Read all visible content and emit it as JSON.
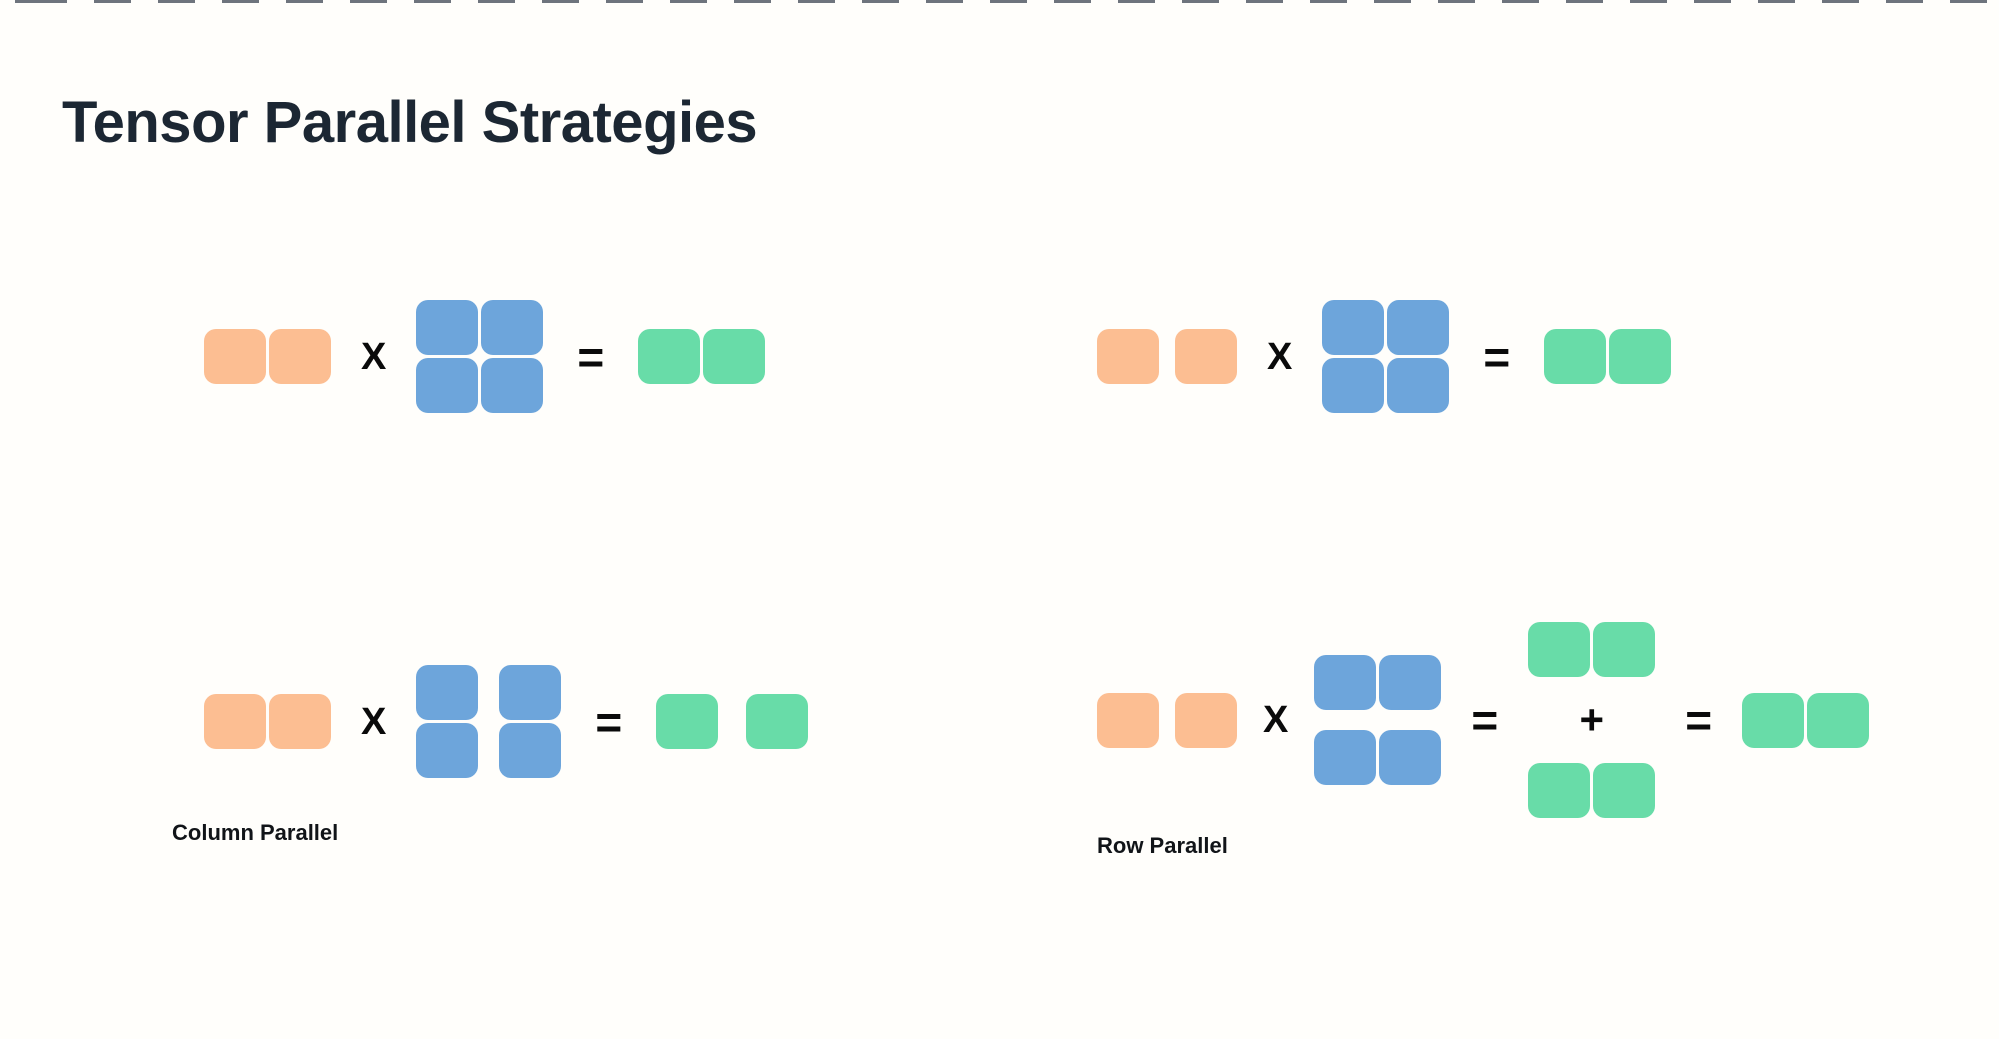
{
  "page": {
    "title": "Tensor Parallel Strategies",
    "background": "#FFFEFB",
    "top_dash_color": "#6E747D"
  },
  "colors": {
    "input_orange": "#FCBE92",
    "weight_blue": "#6DA5DB",
    "output_green": "#68DCA8",
    "text_dark": "#1C2733",
    "operator_black": "#0A0A0A"
  },
  "operators": {
    "multiply": "X",
    "equals": "=",
    "plus": "+"
  },
  "diagrams": {
    "top_left": {
      "label": "",
      "input": {
        "blocks": 2,
        "color": "input_orange",
        "split": false
      },
      "weight": {
        "rows": 2,
        "cols": 2,
        "color": "weight_blue",
        "split": "none"
      },
      "output": {
        "blocks": 2,
        "color": "output_green",
        "split": false
      }
    },
    "top_right": {
      "label": "",
      "input": {
        "blocks": 2,
        "color": "input_orange",
        "split": true
      },
      "weight": {
        "rows": 2,
        "cols": 2,
        "color": "weight_blue",
        "split": "none"
      },
      "output": {
        "blocks": 2,
        "color": "output_green",
        "split": false
      }
    },
    "bottom_left": {
      "label": "Column Parallel",
      "input": {
        "blocks": 2,
        "color": "input_orange",
        "split": false
      },
      "weight": {
        "rows": 2,
        "cols": 2,
        "color": "weight_blue",
        "split": "columns"
      },
      "output": {
        "blocks": 2,
        "color": "output_green",
        "split": true
      }
    },
    "bottom_right": {
      "label": "Row Parallel",
      "input": {
        "blocks": 2,
        "color": "input_orange",
        "split": true
      },
      "weight": {
        "rows": 2,
        "cols": 2,
        "color": "weight_blue",
        "split": "rows"
      },
      "partial_sums": {
        "count": 2,
        "blocks_each": 2,
        "color": "output_green"
      },
      "output": {
        "blocks": 2,
        "color": "output_green",
        "split": false
      }
    }
  }
}
